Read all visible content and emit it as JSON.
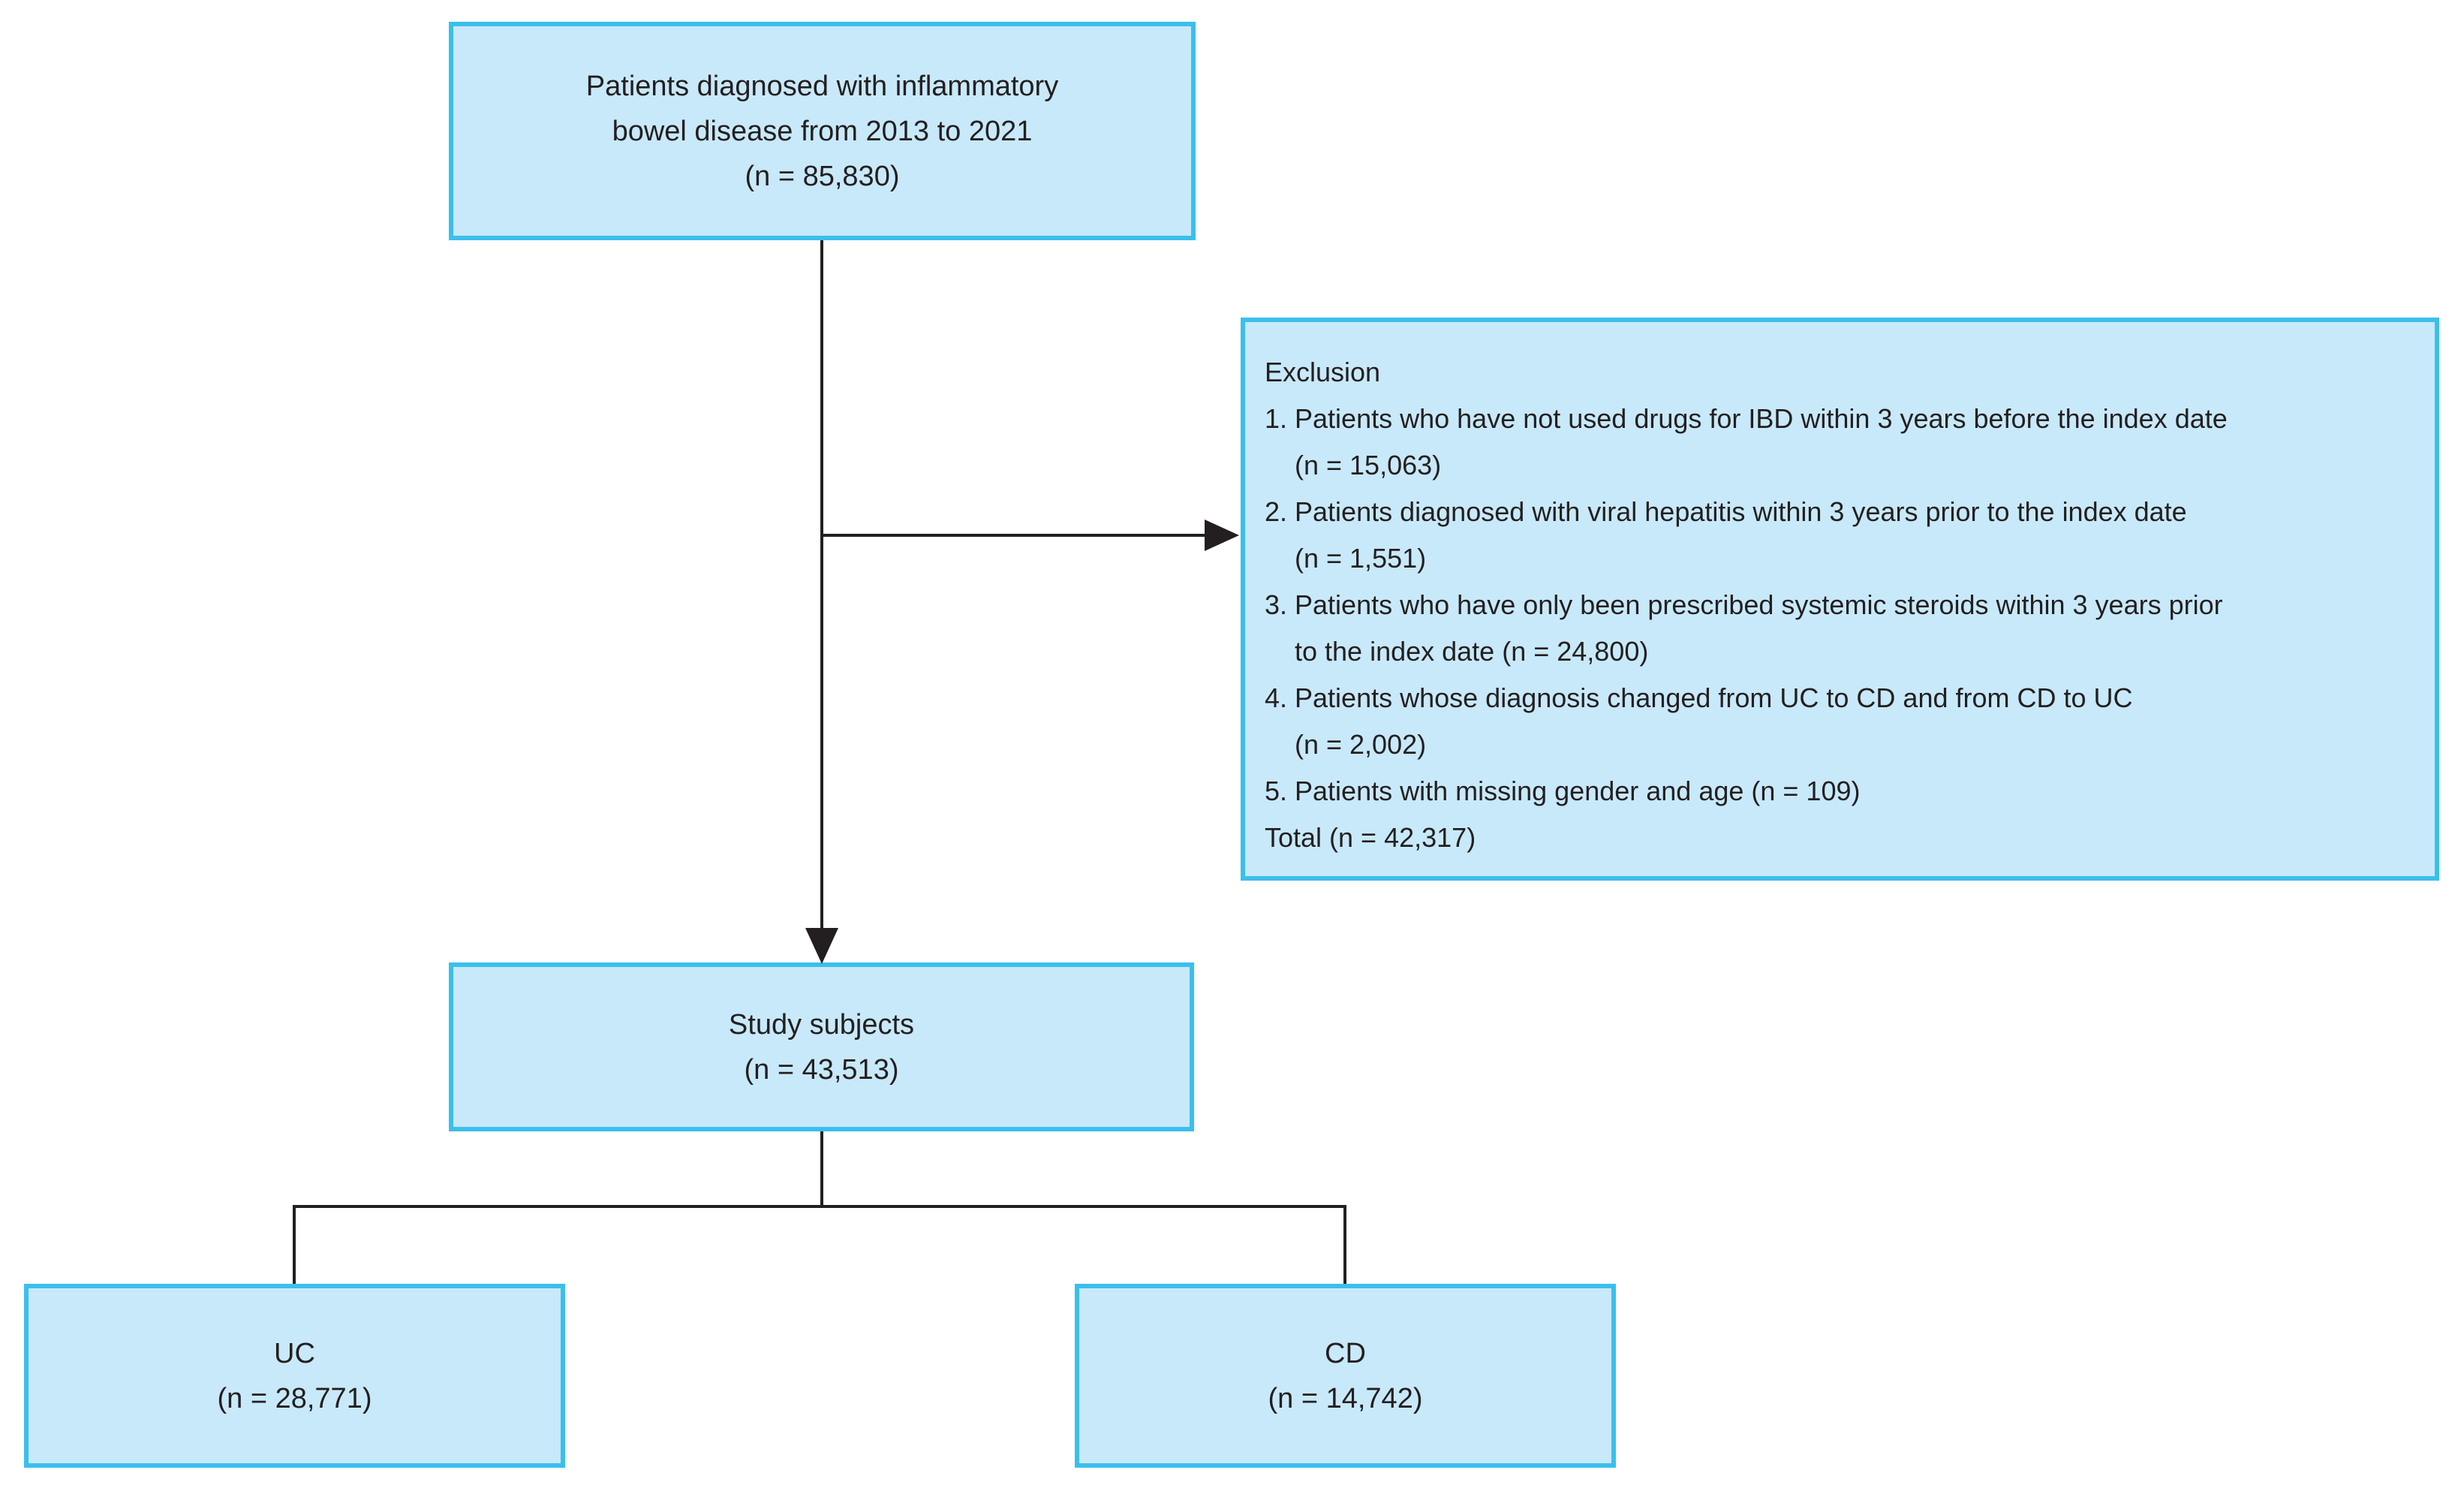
{
  "colors": {
    "box_fill": "#c8e9fa",
    "box_border": "#3bbfec",
    "connector": "#231f20",
    "text": "#231f20",
    "background": "#ffffff"
  },
  "boxes": {
    "ibd": {
      "lines": [
        "Patients diagnosed with inflammatory",
        "bowel disease from 2013 to 2021",
        "(n = 85,830)"
      ]
    },
    "study": {
      "lines": [
        "Study subjects",
        "(n = 43,513)"
      ]
    },
    "uc": {
      "lines": [
        "UC",
        "(n = 28,771)"
      ]
    },
    "cd": {
      "lines": [
        "CD",
        "(n = 14,742)"
      ]
    }
  },
  "exclusion": {
    "title": "Exclusion",
    "items": [
      {
        "lines": [
          "1. Patients who have not used drugs for IBD within 3 years before the index date",
          "(n = 15,063)"
        ]
      },
      {
        "lines": [
          "2. Patients diagnosed with viral hepatitis within 3 years prior to the index date",
          "(n = 1,551)"
        ]
      },
      {
        "lines": [
          "3. Patients who have only been prescribed systemic steroids within 3 years prior",
          "to the index date (n = 24,800)"
        ]
      },
      {
        "lines": [
          "4. Patients whose diagnosis changed from UC to CD and from CD to UC",
          "(n = 2,002)"
        ]
      },
      {
        "lines": [
          "5. Patients with missing gender and age (n = 109)"
        ]
      }
    ],
    "total": "Total (n = 42,317)"
  }
}
